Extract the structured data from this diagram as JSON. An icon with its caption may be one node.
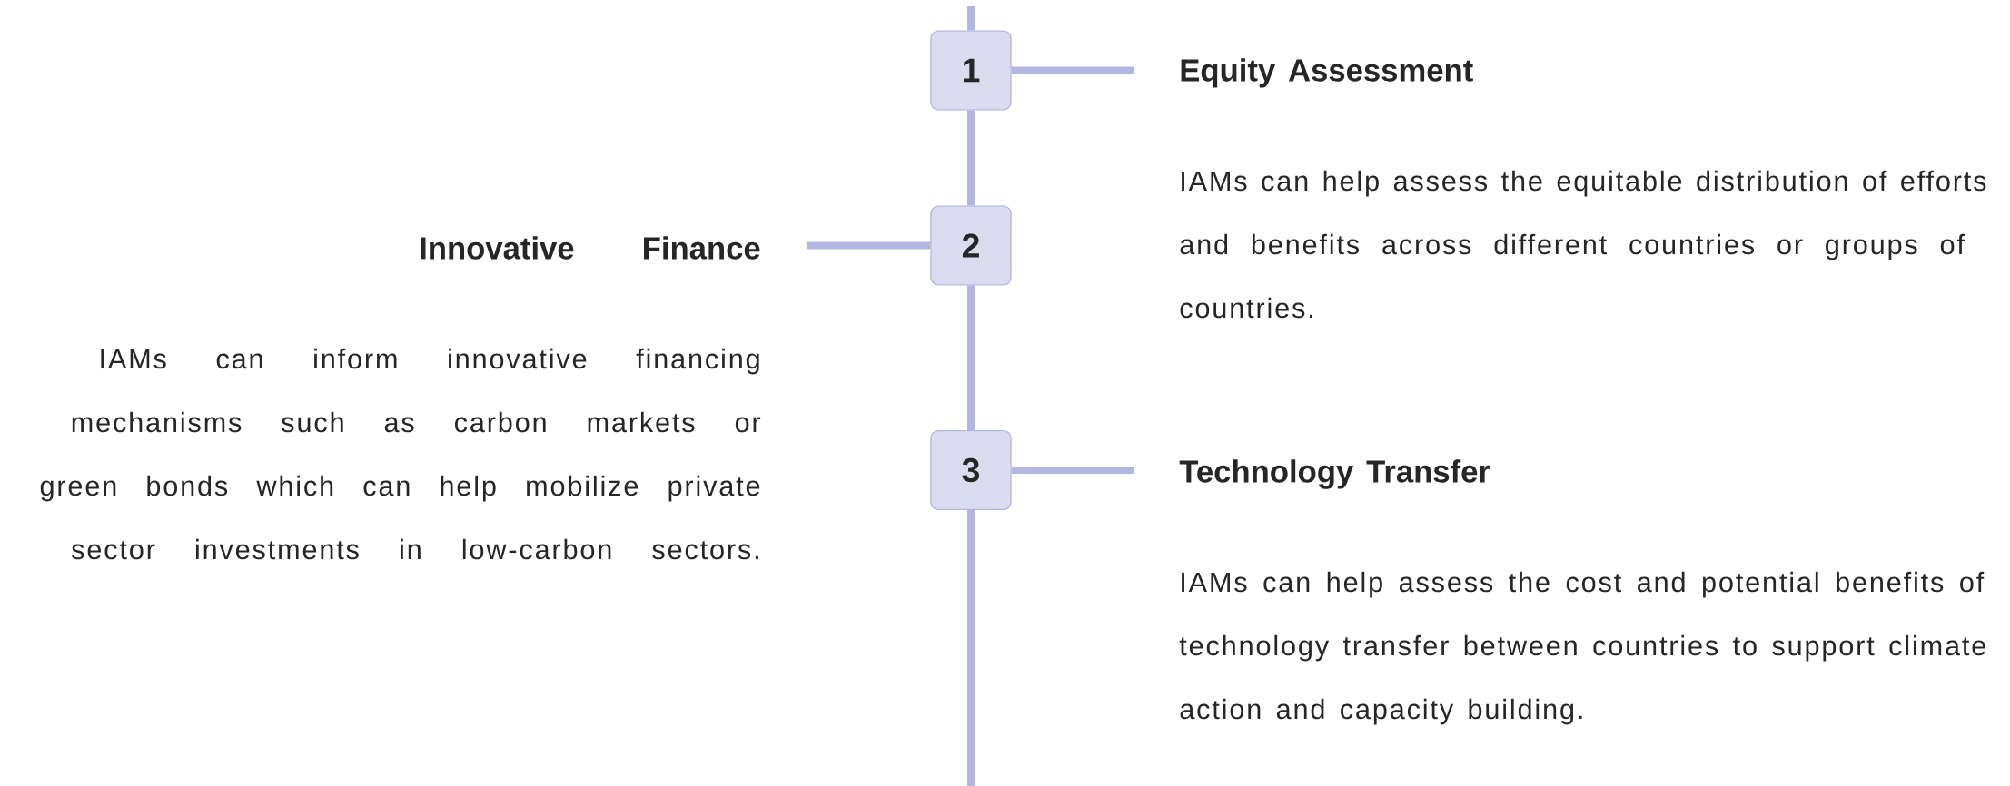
{
  "diagram": {
    "nodes": [
      {
        "text": [
          "1"
        ]
      },
      {
        "text": [
          "Equity Assessment",
          "IAMs can help assess the equitable distribution of efforts and benefits across different countries or groups of countries."
        ]
      },
      {
        "text": [
          "2"
        ]
      },
      {
        "text": [
          "Innovative Finance",
          "IAMs can inform innovative financing mechanisms such as carbon markets or green bonds which can help mobilize private sector investments in low-carbon sectors."
        ]
      },
      {
        "text": [
          "3"
        ]
      },
      {
        "text": [
          "Technology Transfer",
          "IAMs can help assess the cost and potential benefits of technology transfer between countries to support climate action and capacity building."
        ]
      }
    ],
    "edges": [
      {
        "from": null,
        "to": 0,
        "arrow": "none"
      },
      {
        "from": 0,
        "to": 1,
        "arrow": "none"
      },
      {
        "from": 0,
        "to": 2,
        "arrow": "none"
      },
      {
        "from": 2,
        "to": 3,
        "arrow": "none"
      },
      {
        "from": 2,
        "to": 4,
        "arrow": "none"
      },
      {
        "from": 4,
        "to": 5,
        "arrow": "none"
      },
      {
        "from": 4,
        "to": null,
        "arrow": "none"
      }
    ]
  }
}
